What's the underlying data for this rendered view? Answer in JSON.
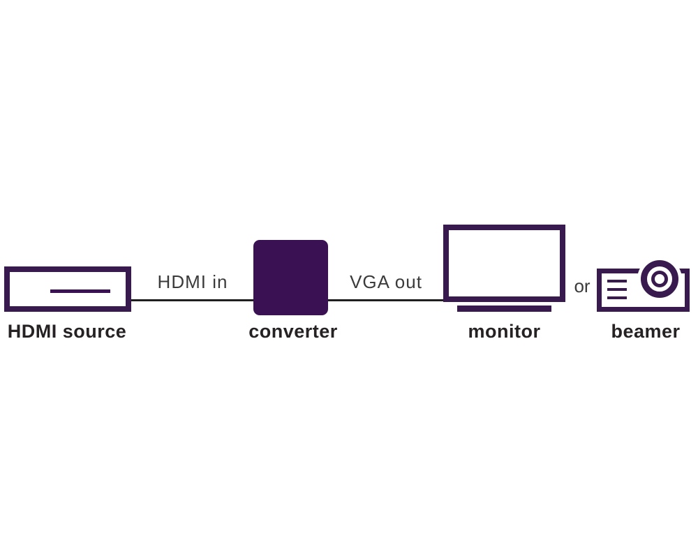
{
  "diagram": {
    "title_implicit": "HDMI to VGA conversion diagram",
    "nodes": {
      "hdmi_source": {
        "label": "HDMI source",
        "shape": "outlined-box-with-slot"
      },
      "converter": {
        "label": "converter",
        "shape": "filled-rounded-square"
      },
      "monitor": {
        "label": "monitor",
        "shape": "outlined-screen-with-stand"
      },
      "beamer": {
        "label": "beamer",
        "shape": "projector-with-lens-and-vents"
      }
    },
    "connections": {
      "hdmi_in": {
        "from": "hdmi_source",
        "to": "converter",
        "label": "HDMI in"
      },
      "vga_out": {
        "from": "converter",
        "to": "monitor",
        "label": "VGA out"
      }
    },
    "or_label": "or"
  },
  "colors": {
    "purple_fill": "#3A1152",
    "purple_stroke": "#381A4F",
    "cable": "#1F1F1F",
    "label": "#262224",
    "connection_label": "#3B3B3B",
    "bg": "#FFFFFF"
  }
}
